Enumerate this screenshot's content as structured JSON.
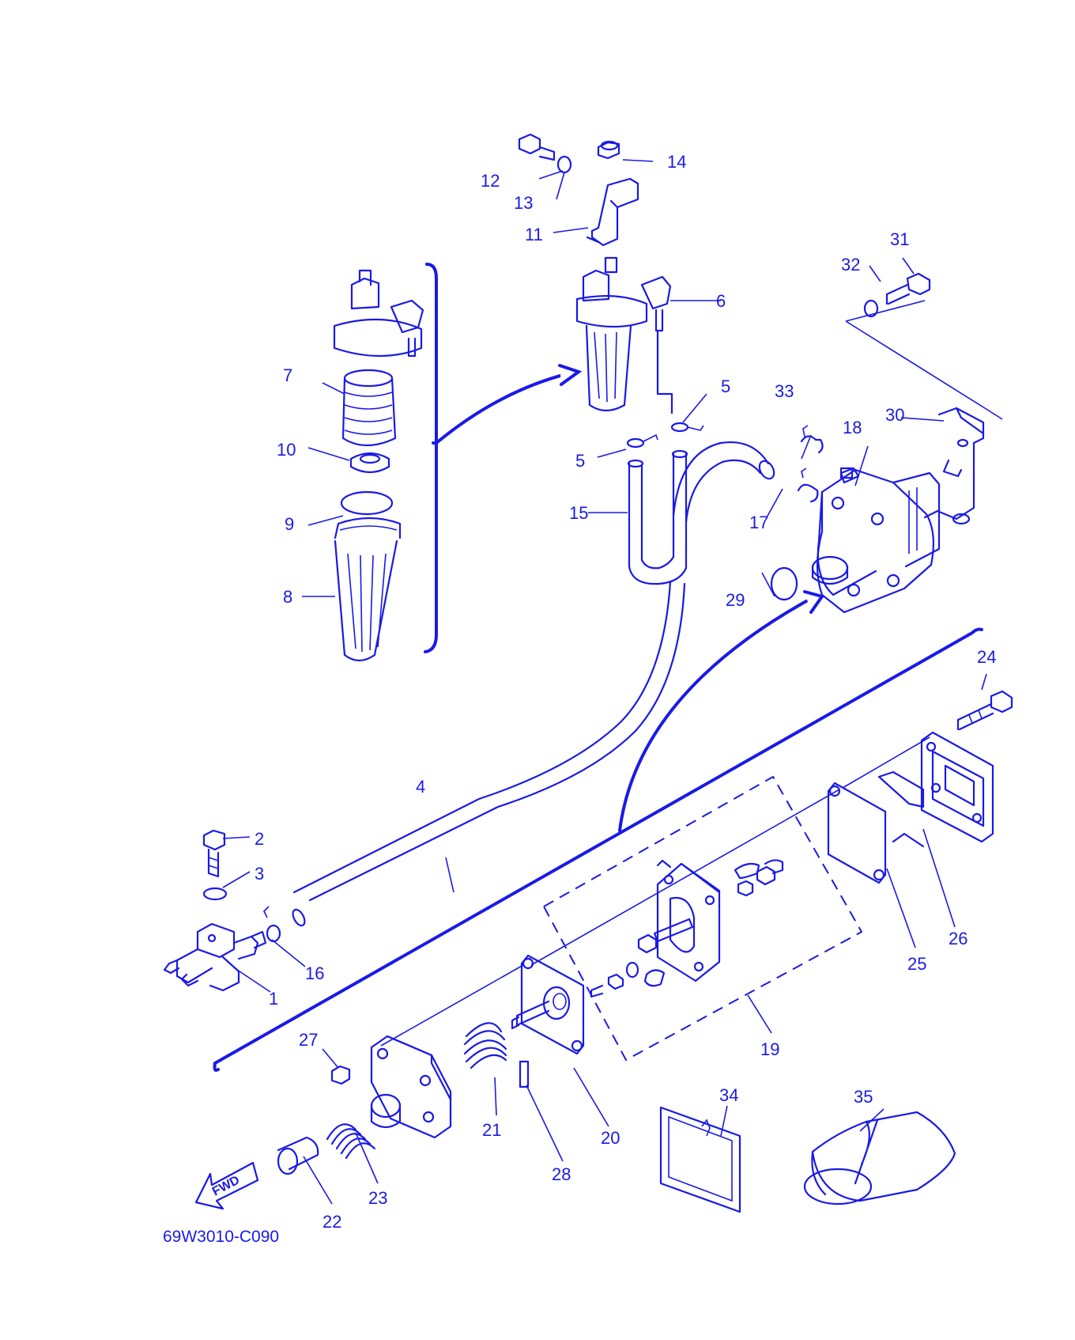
{
  "diagram": {
    "drawing_code": "69W3010-C090",
    "fwd_label": "FWD",
    "callouts": [
      "1",
      "2",
      "3",
      "4",
      "5",
      "5",
      "6",
      "7",
      "8",
      "9",
      "10",
      "11",
      "12",
      "13",
      "14",
      "15",
      "16",
      "17",
      "18",
      "19",
      "20",
      "21",
      "22",
      "23",
      "24",
      "25",
      "26",
      "27",
      "28",
      "29",
      "30",
      "31",
      "32",
      "33",
      "34",
      "35"
    ],
    "line_color": "#1a1ae6"
  }
}
